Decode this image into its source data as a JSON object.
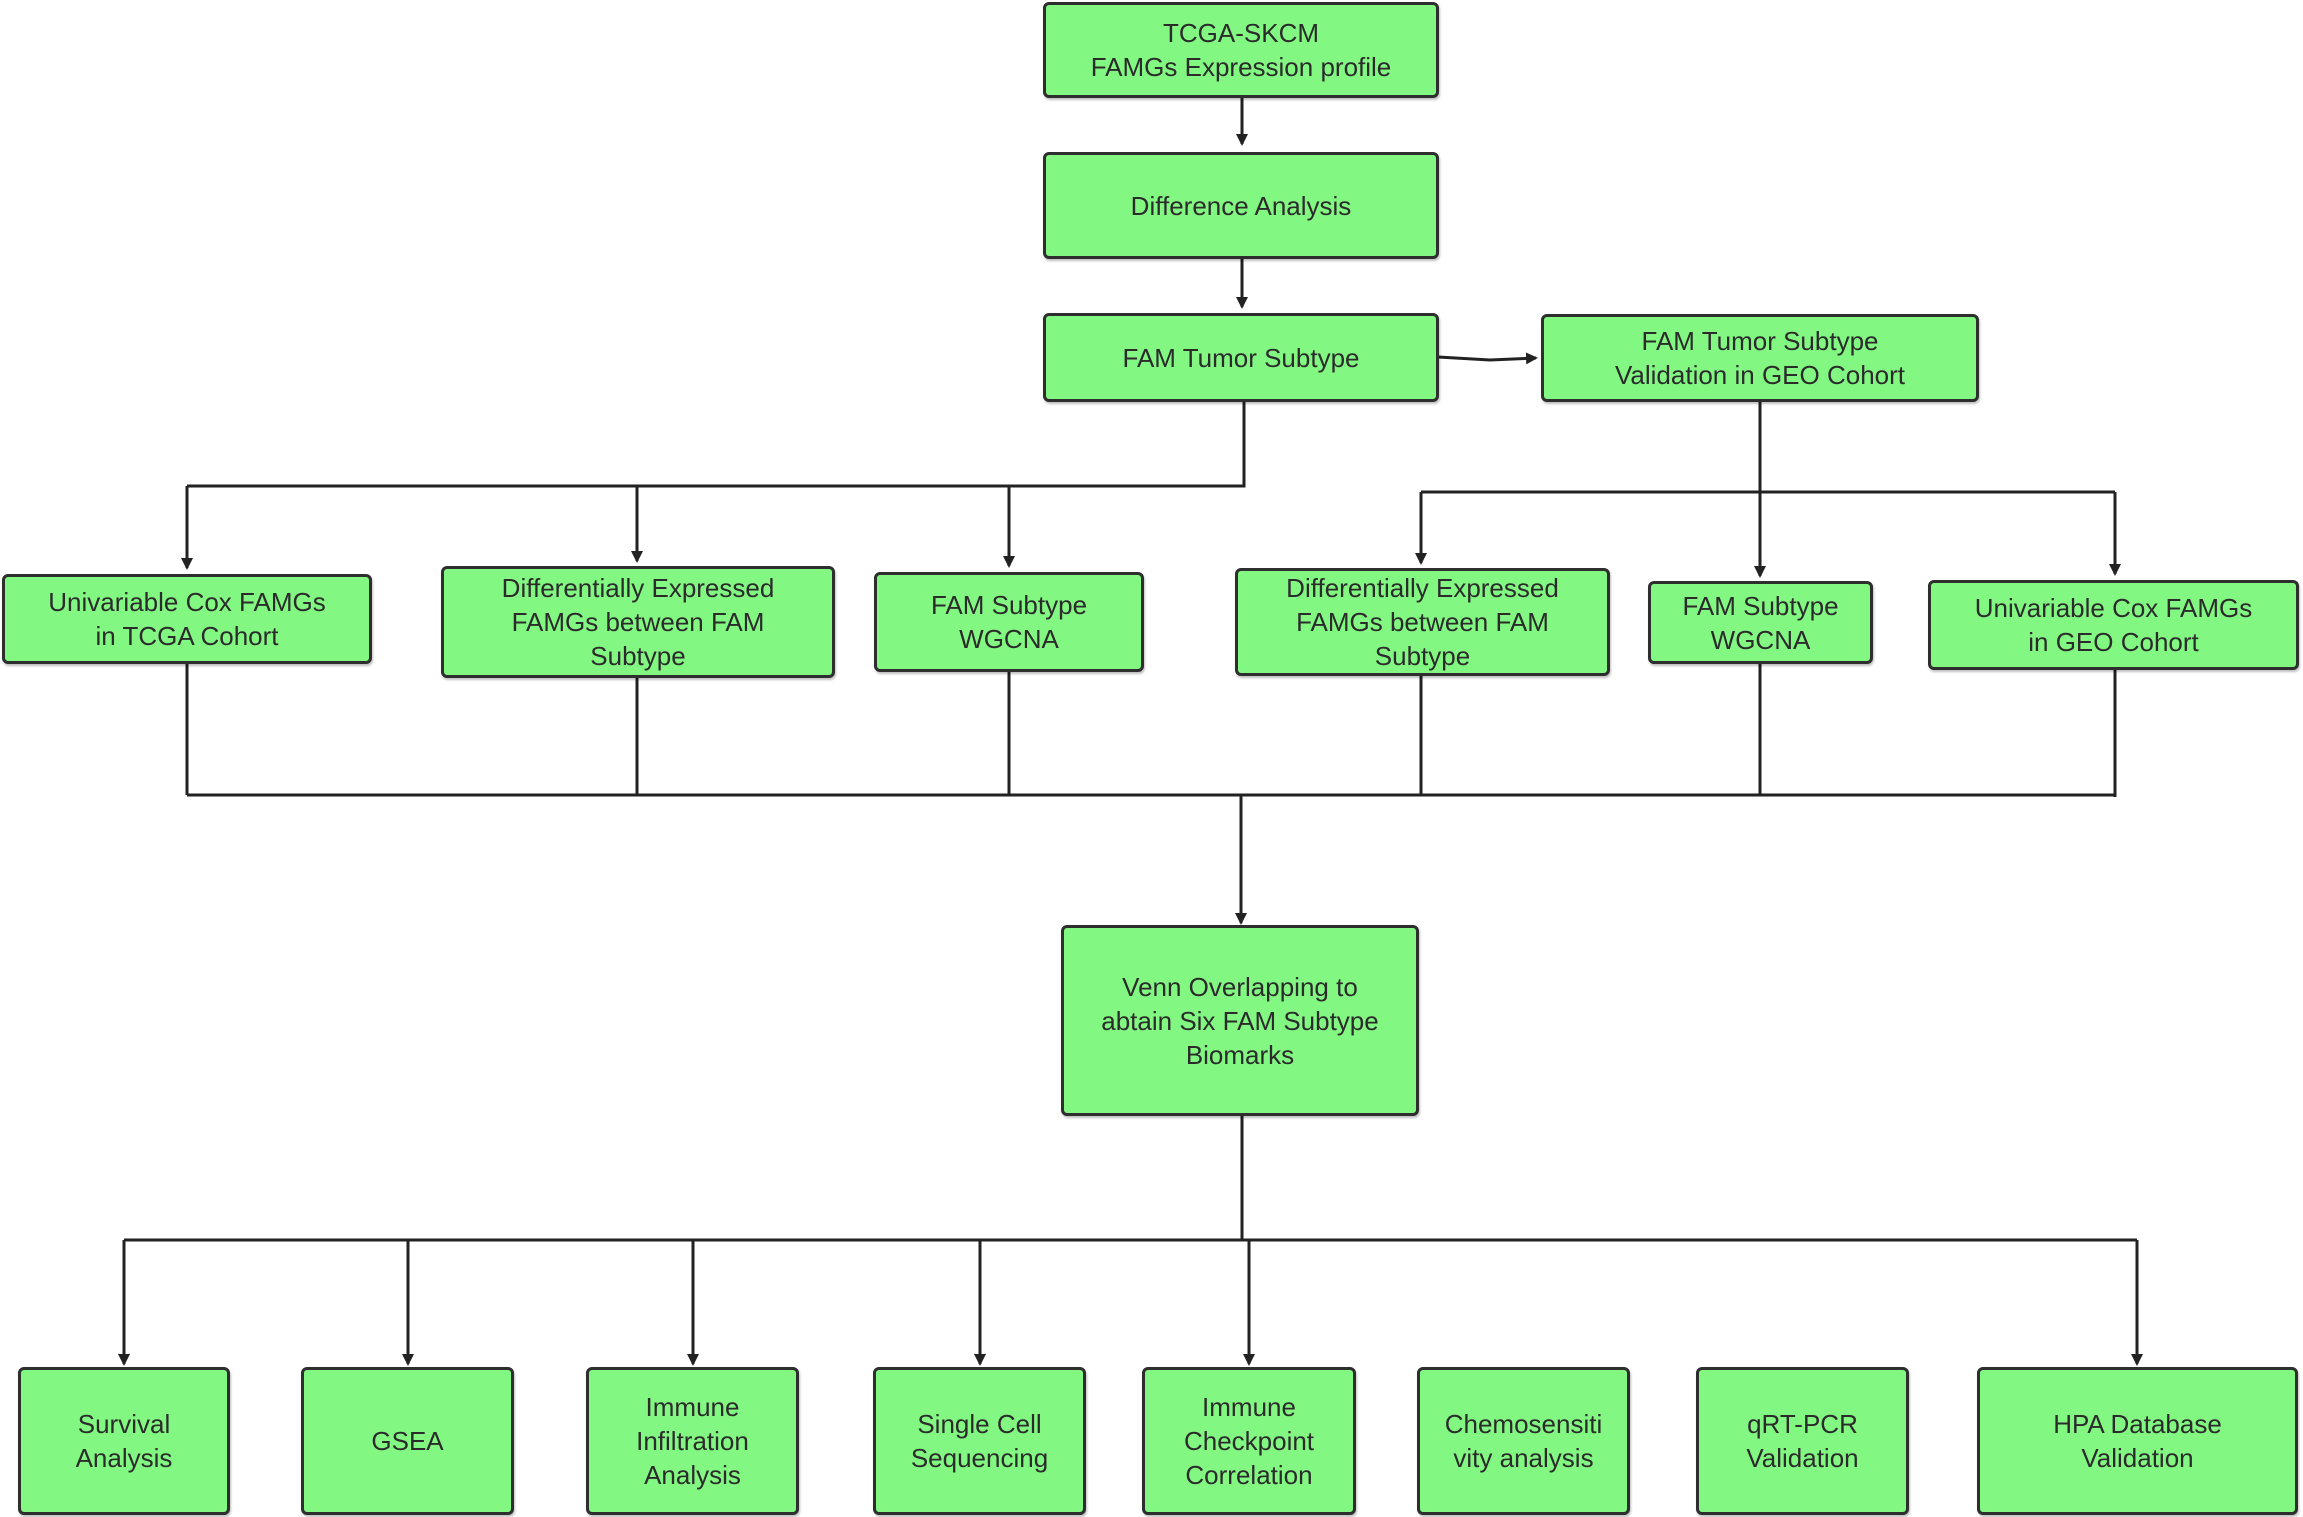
{
  "colors": {
    "node_fill": "#82f882",
    "node_border": "#2e2e2e",
    "edge": "#222222"
  },
  "nodes": {
    "tcga_profile": "TCGA-SKCM\nFAMGs Expression profile",
    "difference_analysis": "Difference Analysis",
    "fam_tumor_subtype": "FAM Tumor Subtype",
    "geo_validation": "FAM  Tumor Subtype\nValidation in GEO Cohort",
    "tcga_cox": "Univariable Cox FAMGs\nin TCGA Cohort",
    "tcga_deg": "Differentially Expressed\nFAMGs between FAM\nSubtype",
    "tcga_wgcna": "FAM Subtype\nWGCNA",
    "geo_deg": "Differentially Expressed\nFAMGs between FAM\nSubtype",
    "geo_wgcna": "FAM Subtype\nWGCNA",
    "geo_cox": "Univariable Cox FAMGs\nin GEO Cohort",
    "venn": "Venn Overlapping to\nabtain Six FAM Subtype\nBiomarks",
    "survival": "Survival\nAnalysis",
    "gsea": "GSEA",
    "immune_infiltration": "Immune\nInfiltration\nAnalysis",
    "single_cell": "Single Cell\nSequencing",
    "immune_checkpoint": "Immune\nCheckpoint\nCorrelation",
    "chemosensitivity": "Chemosensiti\nvity analysis",
    "qrt_pcr": "qRT-PCR\nValidation",
    "hpa": "HPA Database\nValidation"
  }
}
